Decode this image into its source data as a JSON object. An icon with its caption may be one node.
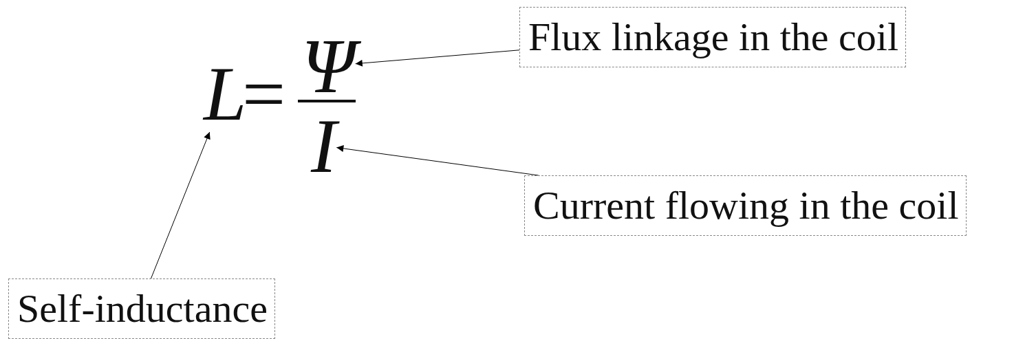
{
  "diagram": {
    "nodes": [
      {
        "text": [
          "Flux linkage in the coil"
        ]
      },
      {
        "text": [
          "Current flowing in the coil"
        ]
      },
      {
        "text": [
          "Self-inductance"
        ]
      },
      {
        "text": [
          "L"
        ]
      },
      {
        "text": [
          "Ψ"
        ]
      },
      {
        "text": [
          "I"
        ]
      }
    ],
    "edges": [
      {
        "from": 0,
        "to": 4,
        "arrow": "to"
      },
      {
        "from": 1,
        "to": 5,
        "arrow": "to"
      },
      {
        "from": 2,
        "to": 3,
        "arrow": "to"
      }
    ],
    "labels": [
      "="
    ]
  }
}
